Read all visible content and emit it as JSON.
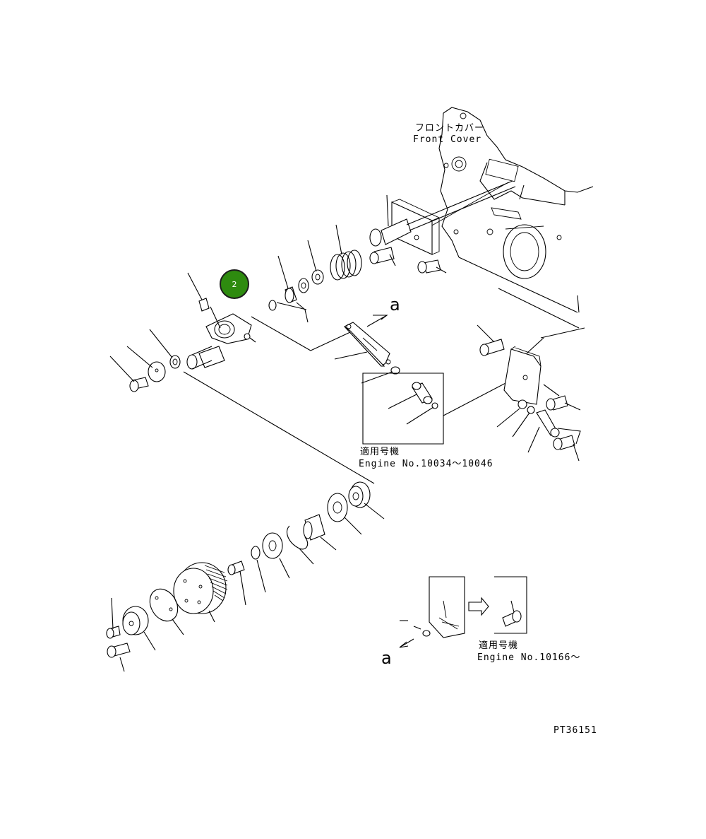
{
  "front_cover": {
    "jp": "フロントカバー",
    "en": "Front Cover"
  },
  "applicable_range_1": {
    "jp": "適用号機",
    "en": "Engine No.10034～10046"
  },
  "applicable_range_2": {
    "jp": "適用号機",
    "en": "Engine No.10166～"
  },
  "view_marker_1": "a",
  "view_marker_2": "a",
  "callout": {
    "number": "2",
    "color": "#2e8b0f"
  },
  "figure_code": "PT36151"
}
